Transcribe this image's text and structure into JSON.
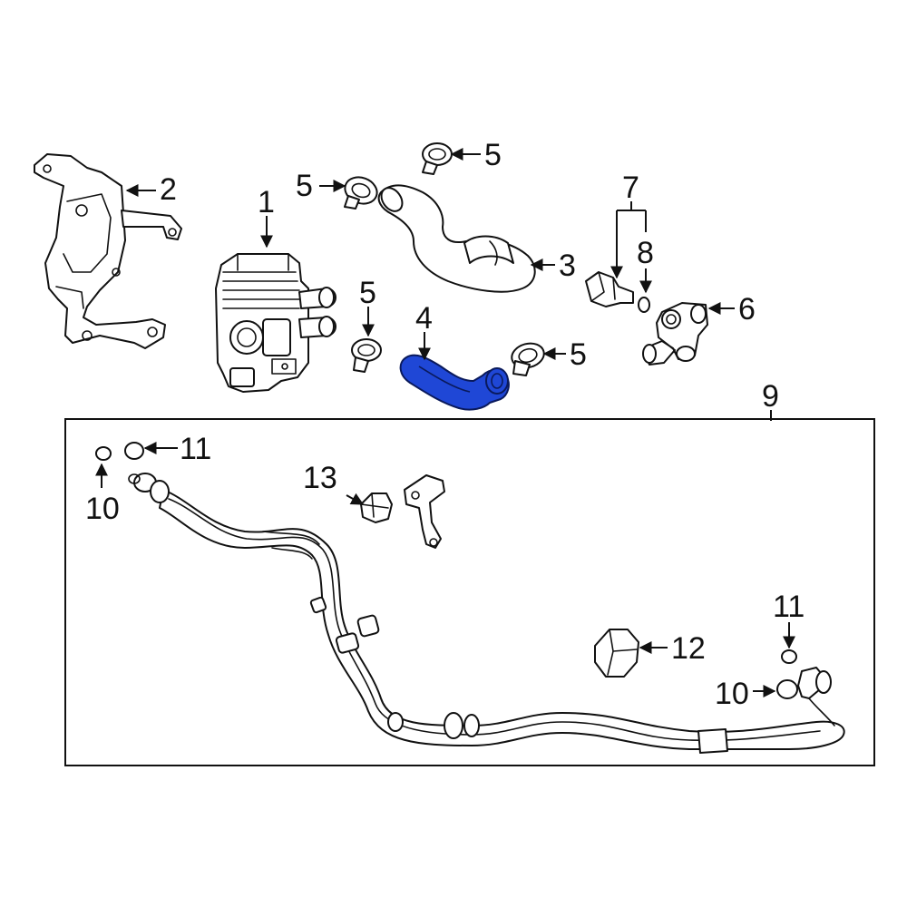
{
  "diagram": {
    "highlight_color": "#1f47d6",
    "highlighted_callout": "4",
    "callouts": {
      "c1": "1",
      "c2": "2",
      "c3": "3",
      "c4": "4",
      "c5a": "5",
      "c5b": "5",
      "c5c": "5",
      "c5d": "5",
      "c6": "6",
      "c7": "7",
      "c8": "8",
      "c9": "9",
      "c10a": "10",
      "c10b": "10",
      "c11a": "11",
      "c11b": "11",
      "c12": "12",
      "c13": "13"
    }
  }
}
